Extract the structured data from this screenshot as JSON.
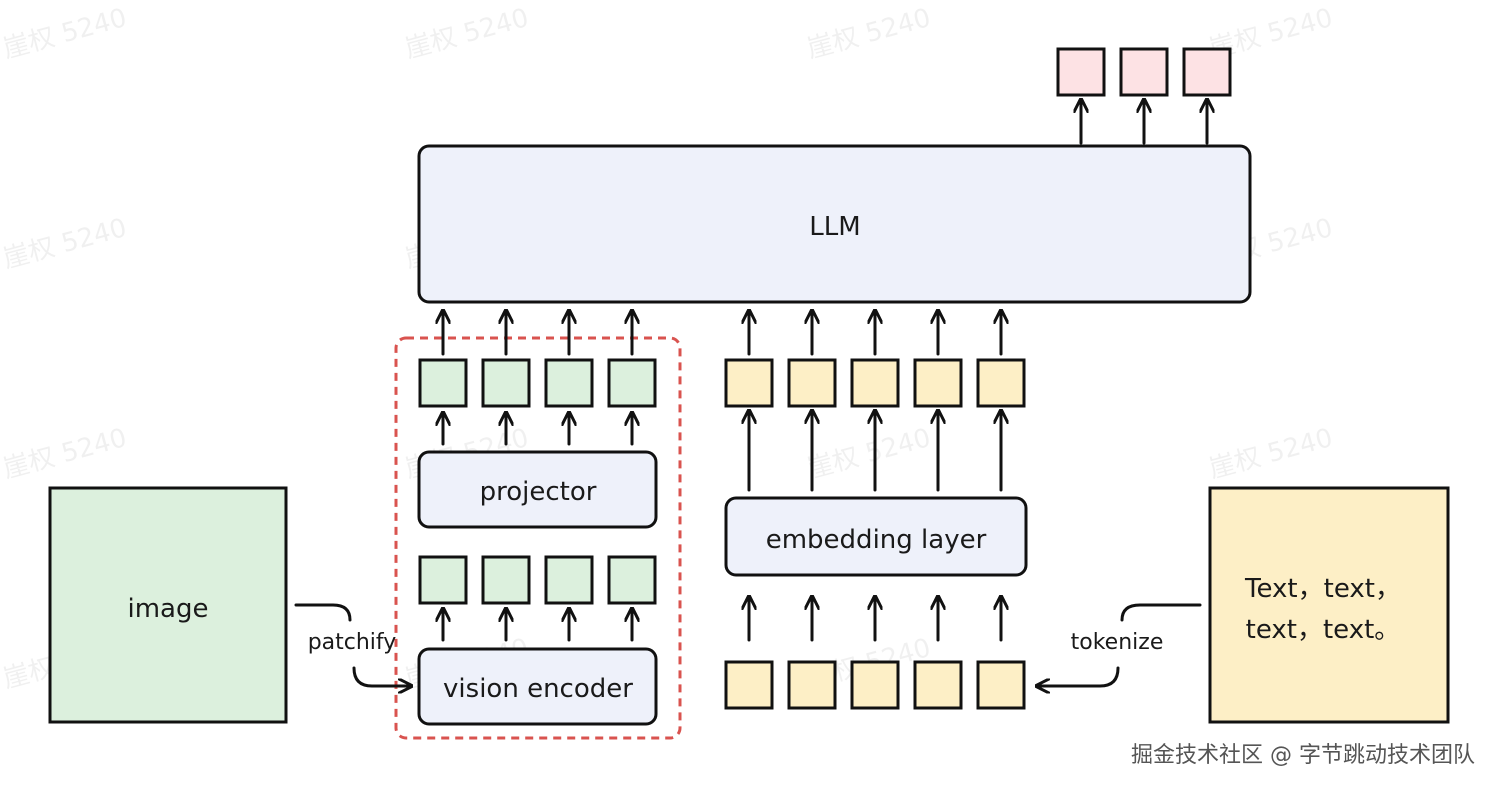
{
  "colors": {
    "llm_fill": "#eef1fa",
    "module_fill": "#eef1fa",
    "vision_token_fill": "#dcf0dd",
    "text_token_fill": "#fdefc6",
    "output_token_fill": "#fde2e4",
    "image_fill": "#dcf0dd",
    "text_source_fill": "#fdefc6",
    "dashed_outline": "#d9534f",
    "stroke": "#111111"
  },
  "diagram": {
    "llm_label": "LLM",
    "projector_label": "projector",
    "vision_encoder_label": "vision encoder",
    "embedding_label": "embedding layer",
    "image_label": "image",
    "text_source_lines": [
      "Text，text，",
      "text，text。"
    ],
    "patchify_label": "patchify",
    "tokenize_label": "tokenize",
    "output_token_count": 3,
    "vision_token_count": 4,
    "text_token_count": 5
  },
  "watermark": {
    "text": "崖权 5240"
  },
  "footer": {
    "credit": "掘金技术社区 @ 字节跳动技术团队"
  }
}
